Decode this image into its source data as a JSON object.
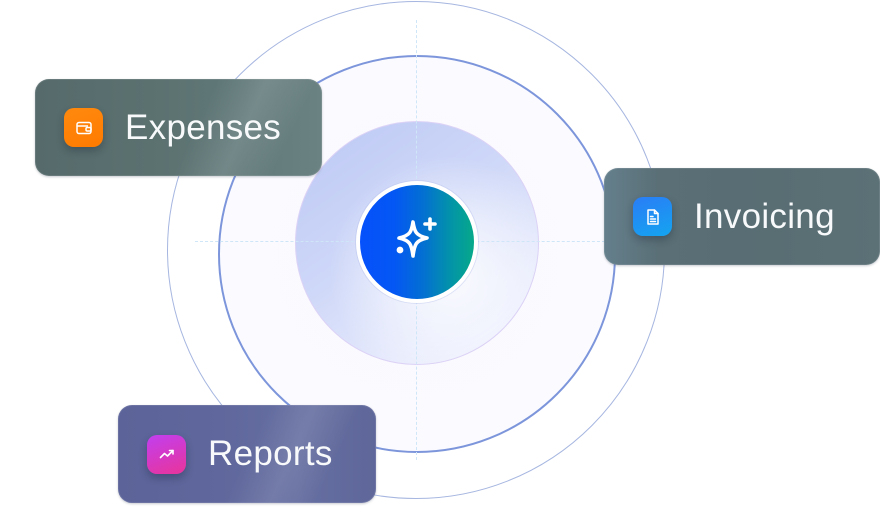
{
  "diagram": {
    "center": {
      "icon": "sparkles-icon",
      "gradient": [
        "#0651fb",
        "#06a98a"
      ]
    },
    "rings": [
      {
        "name": "outer",
        "color": "#a6b6e0"
      },
      {
        "name": "middle",
        "color": "#7d96db"
      },
      {
        "name": "inner-disc",
        "color": "#c8d2f6"
      }
    ],
    "cards": [
      {
        "id": "expenses",
        "label": "Expenses",
        "icon": "wallet-icon",
        "icon_color": "#ff7f06",
        "card_color": "#5b7170"
      },
      {
        "id": "invoicing",
        "label": "Invoicing",
        "icon": "document-icon",
        "icon_color": "#1f8ff3",
        "card_color": "#5a6f76"
      },
      {
        "id": "reports",
        "label": "Reports",
        "icon": "trending-up-icon",
        "icon_color": "#d63bc4",
        "card_color": "#5f679c"
      }
    ]
  }
}
